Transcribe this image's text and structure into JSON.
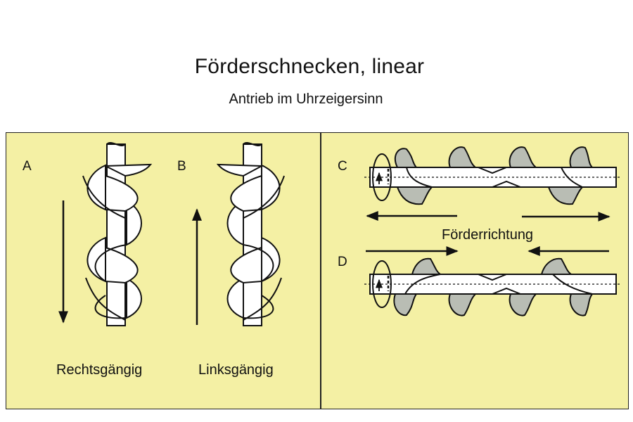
{
  "title": "Förderschnecken,  linear",
  "subtitle": "Antrieb im Uhrzeigersinn",
  "panels": {
    "a_label": "A",
    "b_label": "B",
    "c_label": "C",
    "d_label": "D",
    "a_caption": "Rechtsgängig",
    "b_caption": "Linksgängig",
    "flow_label": "Förderrichtung"
  },
  "colors": {
    "panel_bg": "#f4f0a4",
    "flight_fill": "#b9bdb4",
    "line": "#111111"
  }
}
